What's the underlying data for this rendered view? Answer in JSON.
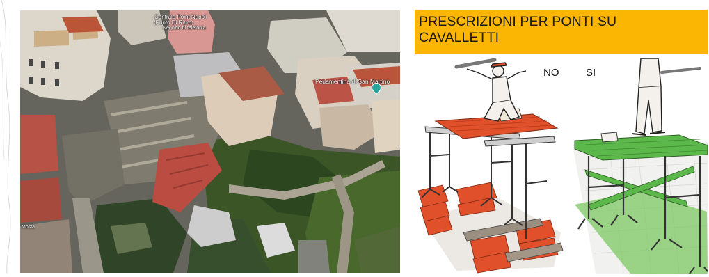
{
  "slide": {
    "title": "PRESCRIZIONI PER PONTI SU CAVALLETTI",
    "colors": {
      "banner": "#fbb603",
      "brick_red": "#e0502a",
      "wood_green": "#5cb84a"
    }
  },
  "aerial_photo": {
    "labels": [
      "Centrale Point Napoli",
      "(Punto Di Ritiro)",
      "Negozio di telefonia",
      "Pedamentina di San Martino",
      "Mosta"
    ],
    "pin_icon": "map-pin-icon"
  },
  "illustration": {
    "wrong_label": "NO",
    "right_label": "SI"
  }
}
